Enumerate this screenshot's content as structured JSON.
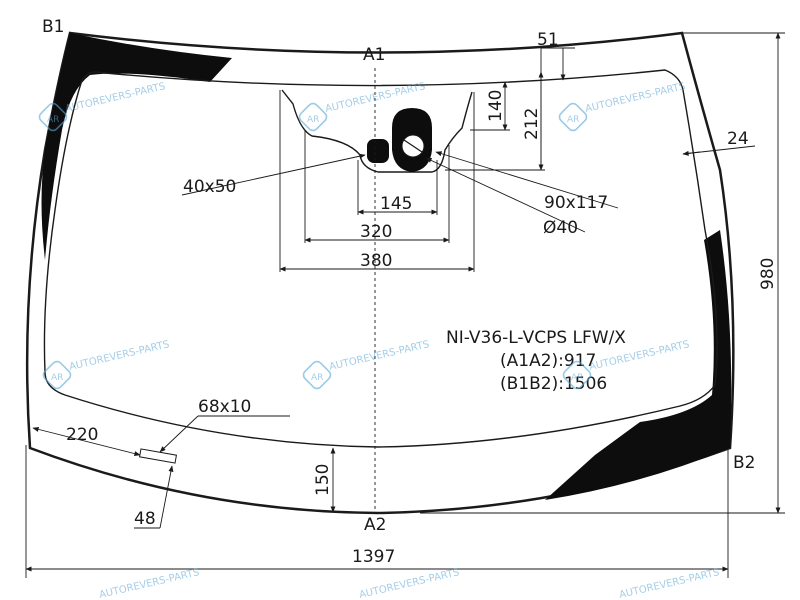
{
  "labels": {
    "b1": "B1",
    "b2": "B2",
    "a1": "A1",
    "a2": "A2"
  },
  "dimensions": {
    "top_offset": "51",
    "sensor_140": "140",
    "sensor_212": "212",
    "edge_24": "24",
    "size_40x50": "40x50",
    "size_90x117": "90x117",
    "dia_40": "Ø40",
    "w_145": "145",
    "w_320": "320",
    "w_380": "380",
    "h_980": "980",
    "size_68x10": "68x10",
    "w_220": "220",
    "h_150": "150",
    "d_48": "48",
    "w_1397": "1397"
  },
  "part_info": {
    "code": "NI-V36-L-VCPS LFW/X",
    "a1a2": "(A1A2):917",
    "b1b2": "(B1B2):1506"
  },
  "watermark": {
    "text": "AUTOREVERS-PARTS",
    "logo": "AR"
  },
  "colors": {
    "line": "#1a1a1a",
    "fill_black": "#0d0d0d",
    "watermark": "#5aa6d6"
  }
}
